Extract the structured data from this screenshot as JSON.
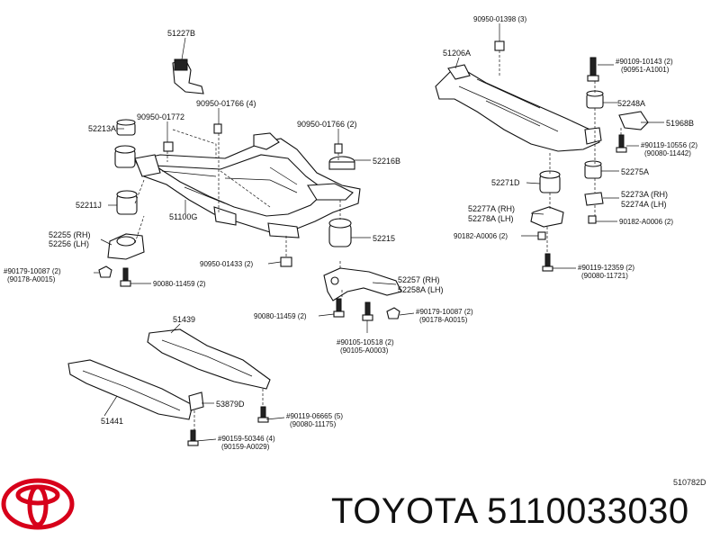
{
  "labels": {
    "l51227B": "51227B",
    "l90950_01772": "90950-01772",
    "l90950_01766_4": "90950-01766 (4)",
    "l52213A": "52213A",
    "l90950_01766_2": "90950-01766 (2)",
    "l52216B": "52216B",
    "l52211J": "52211J",
    "l51100G": "51100G",
    "l52255": "52255 (RH)",
    "l52256": "52256 (LH)",
    "l90179_a": "#90179-10087 (2)",
    "l90178_a": "(90178-A0015)",
    "l90080_11459_a": "90080-11459 (2)",
    "l90950_01433": "90950-01433 (2)",
    "l52215": "52215",
    "l52257": "52257 (RH)",
    "l52258A": "52258A (LH)",
    "l90080_11459_b": "90080-11459 (2)",
    "l90179_b": "#90179-10087 (2)",
    "l90178_b": "(90178-A0015)",
    "l90105_10518": "#90105-10518 (2)",
    "l90105_A0003": "(90105-A0003)",
    "l90950_01398": "90950-01398 (3)",
    "l51206A": "51206A",
    "l90109_10143": "#90109-10143 (2)",
    "l90951_A1001": "(90951-A1001)",
    "l52248A": "52248A",
    "l51968B": "51968B",
    "l90119_10556": "#90119-10556 (2)",
    "l90080_11442": "(90080-11442)",
    "l52275A": "52275A",
    "l52271D": "52271D",
    "l52273A": "52273A (RH)",
    "l52274A": "52274A (LH)",
    "l52277A": "52277A (RH)",
    "l52278A": "52278A (LH)",
    "l90182_a": "90182-A0006 (2)",
    "l90182_b": "90182-A0006 (2)",
    "l90119_12359": "#90119-12359 (2)",
    "l90080_11721": "(90080-11721)",
    "l51439": "51439",
    "l51441": "51441",
    "l53879D": "53879D",
    "l90119_06665": "#90119-06665 (5)",
    "l90080_11175": "(90080-11175)",
    "l90159_50346": "#90159-50346 (4)",
    "l90159_A0029": "(90159-A0029)"
  },
  "diagram_code": "510782D",
  "caption": "TOYOTA 5110033030",
  "logo": {
    "icon": "toyota-logo-icon",
    "color": "#d7001a"
  }
}
